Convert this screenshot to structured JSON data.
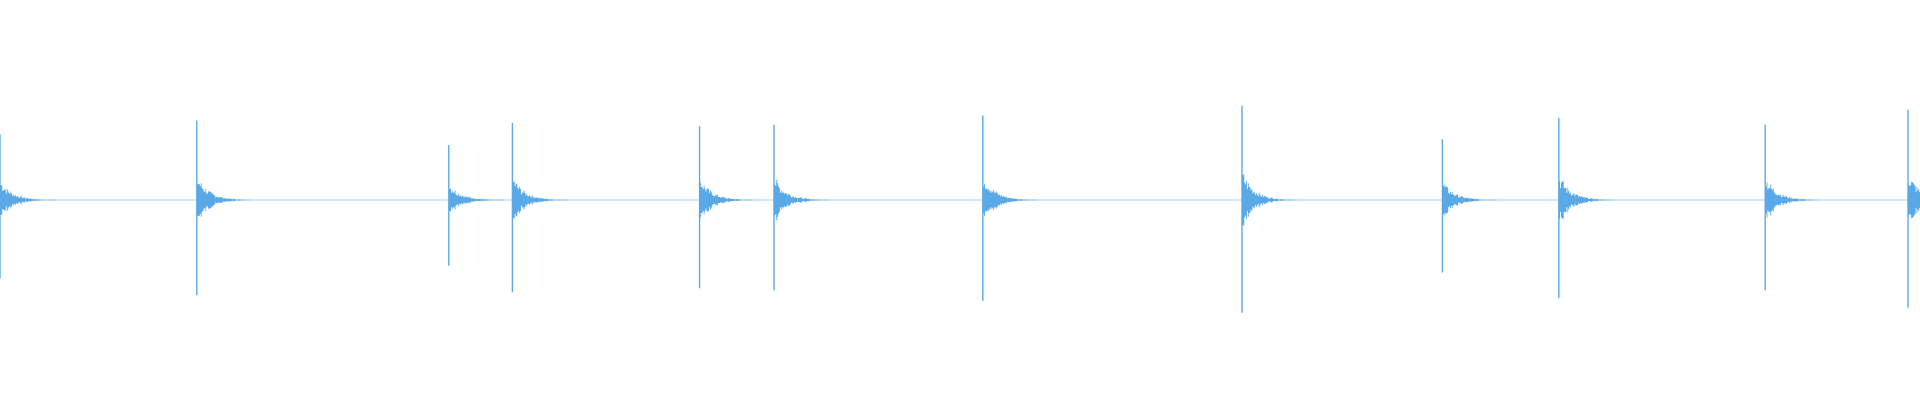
{
  "waveform": {
    "color": "#5aa9e6",
    "background": "#ffffff",
    "duration_s": 16.0,
    "onsets_s": [
      0.0,
      1.64,
      3.74,
      4.27,
      5.83,
      6.45,
      8.19,
      10.35,
      12.02,
      12.99,
      14.71,
      15.9
    ],
    "amplitudes": [
      0.8,
      0.97,
      0.67,
      0.94,
      0.9,
      0.92,
      1.03,
      1.15,
      0.74,
      1.0,
      0.92,
      1.1
    ]
  }
}
